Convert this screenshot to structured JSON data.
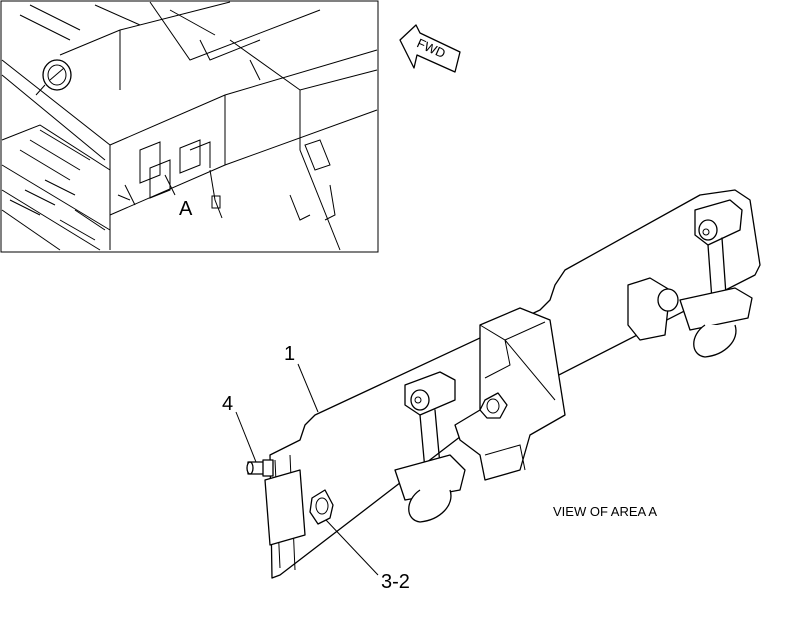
{
  "inset": {
    "area_label": "A"
  },
  "direction_arrow": {
    "label": "FWD"
  },
  "callouts": {
    "item_1": "1",
    "item_4": "4",
    "item_3_2": "3-2"
  },
  "caption": "VIEW OF AREA A"
}
